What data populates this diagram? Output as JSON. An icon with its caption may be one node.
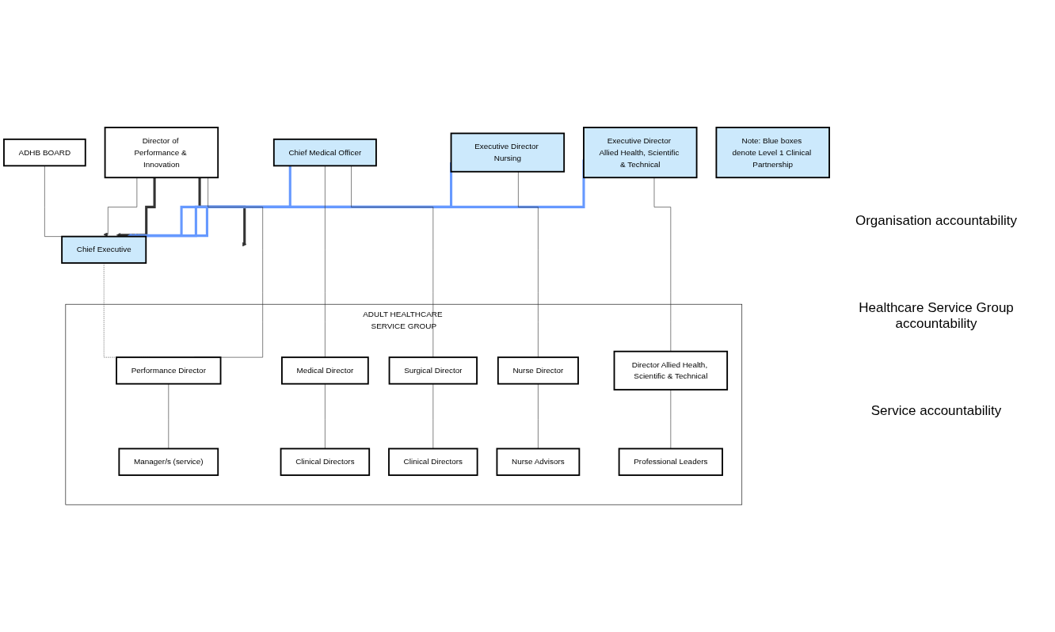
{
  "diagram": {
    "nodes": [
      {
        "text": [
          "ADHB BOARD"
        ]
      },
      {
        "text": [
          "Chief Executive"
        ]
      },
      {
        "text": [
          "Director of Performance & Innovation"
        ]
      },
      {
        "text": [
          "Chief Medical Officer"
        ]
      },
      {
        "text": [
          "Executive Director Nursing"
        ]
      },
      {
        "text": [
          "Executive Director Allied Health, Scientific & Technical"
        ]
      },
      {
        "text": [
          "ADULT HEALTHCARE SERVICE GROUP"
        ]
      },
      {
        "text": [
          "Performance Director"
        ],
        "in": 6
      },
      {
        "text": [
          "Medical Director"
        ],
        "in": 6
      },
      {
        "text": [
          "Surgical Director"
        ],
        "in": 6
      },
      {
        "text": [
          "Nurse Director"
        ],
        "in": 6
      },
      {
        "text": [
          "Director Allied Health, Scientific & Technical"
        ],
        "in": 6
      },
      {
        "text": [
          "Manager/s (service)"
        ],
        "in": 6
      },
      {
        "text": [
          "Clinical Directors"
        ],
        "in": 6
      },
      {
        "text": [
          "Clinical Directors"
        ],
        "in": 6
      },
      {
        "text": [
          "Nurse Advisors"
        ],
        "in": 6
      },
      {
        "text": [
          "Professional Leaders"
        ],
        "in": 6
      },
      {
        "text": [
          "Note: Blue boxes denote Level 1 Clinical Partnership"
        ]
      }
    ],
    "edges": [
      {
        "from": 0,
        "to": 1,
        "arrow": "none"
      },
      {
        "from": 2,
        "to": 1,
        "arrow": "to"
      },
      {
        "from": 2,
        "to": 1,
        "arrow": "to",
        "style": "thick"
      },
      {
        "from": 2,
        "to": null,
        "arrow": "to",
        "style": "thick"
      },
      {
        "from": 3,
        "to": 1,
        "arrow": "to",
        "style": "thick",
        "color": "#6699ff"
      },
      {
        "from": 4,
        "to": 1,
        "arrow": "to",
        "style": "thick",
        "color": "#6699ff"
      },
      {
        "from": 5,
        "to": 1,
        "arrow": "to",
        "style": "thick",
        "color": "#6699ff"
      },
      {
        "from": 1,
        "to": 7,
        "arrow": "none",
        "style": "dashed"
      },
      {
        "from": 2,
        "to": 7,
        "arrow": "none"
      },
      {
        "from": 3,
        "to": 8,
        "arrow": "none"
      },
      {
        "from": 3,
        "to": 9,
        "arrow": "none"
      },
      {
        "from": 4,
        "to": 10,
        "arrow": "none"
      },
      {
        "from": 5,
        "to": 11,
        "arrow": "none"
      },
      {
        "from": 7,
        "to": 12,
        "arrow": "none"
      },
      {
        "from": 8,
        "to": 13,
        "arrow": "none"
      },
      {
        "from": 9,
        "to": 14,
        "arrow": "none"
      },
      {
        "from": 10,
        "to": 15,
        "arrow": "none"
      },
      {
        "from": 11,
        "to": 16,
        "arrow": "none"
      }
    ],
    "labels": [
      "Organisation accountability",
      "Healthcare Service Group accountability",
      "Service accountability"
    ]
  }
}
